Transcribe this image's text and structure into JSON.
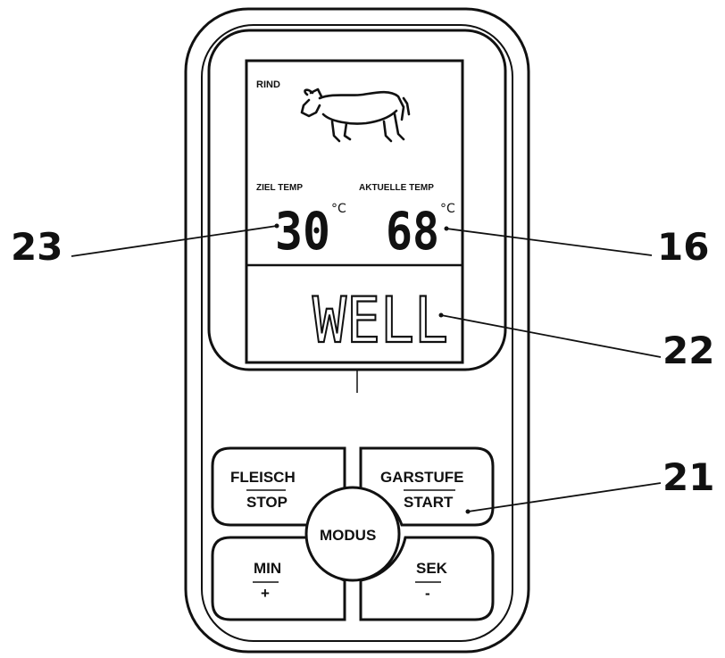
{
  "lcd": {
    "meat_label": "RIND",
    "target_label": "ZIEL TEMP",
    "current_label": "AKTUELLE TEMP",
    "target_value": "30",
    "current_value": "68",
    "unit": "°C",
    "doneness": "WELL"
  },
  "buttons": {
    "fleisch": "FLEISCH",
    "stop": "STOP",
    "garstufe": "GARSTUFE",
    "start": "START",
    "modus": "MODUS",
    "min": "MIN",
    "plus": "+",
    "sek": "SEK",
    "minus": "-"
  },
  "callouts": {
    "c23": "23",
    "c16": "16",
    "c22": "22",
    "c21": "21"
  },
  "icons": [
    "cow-icon"
  ]
}
